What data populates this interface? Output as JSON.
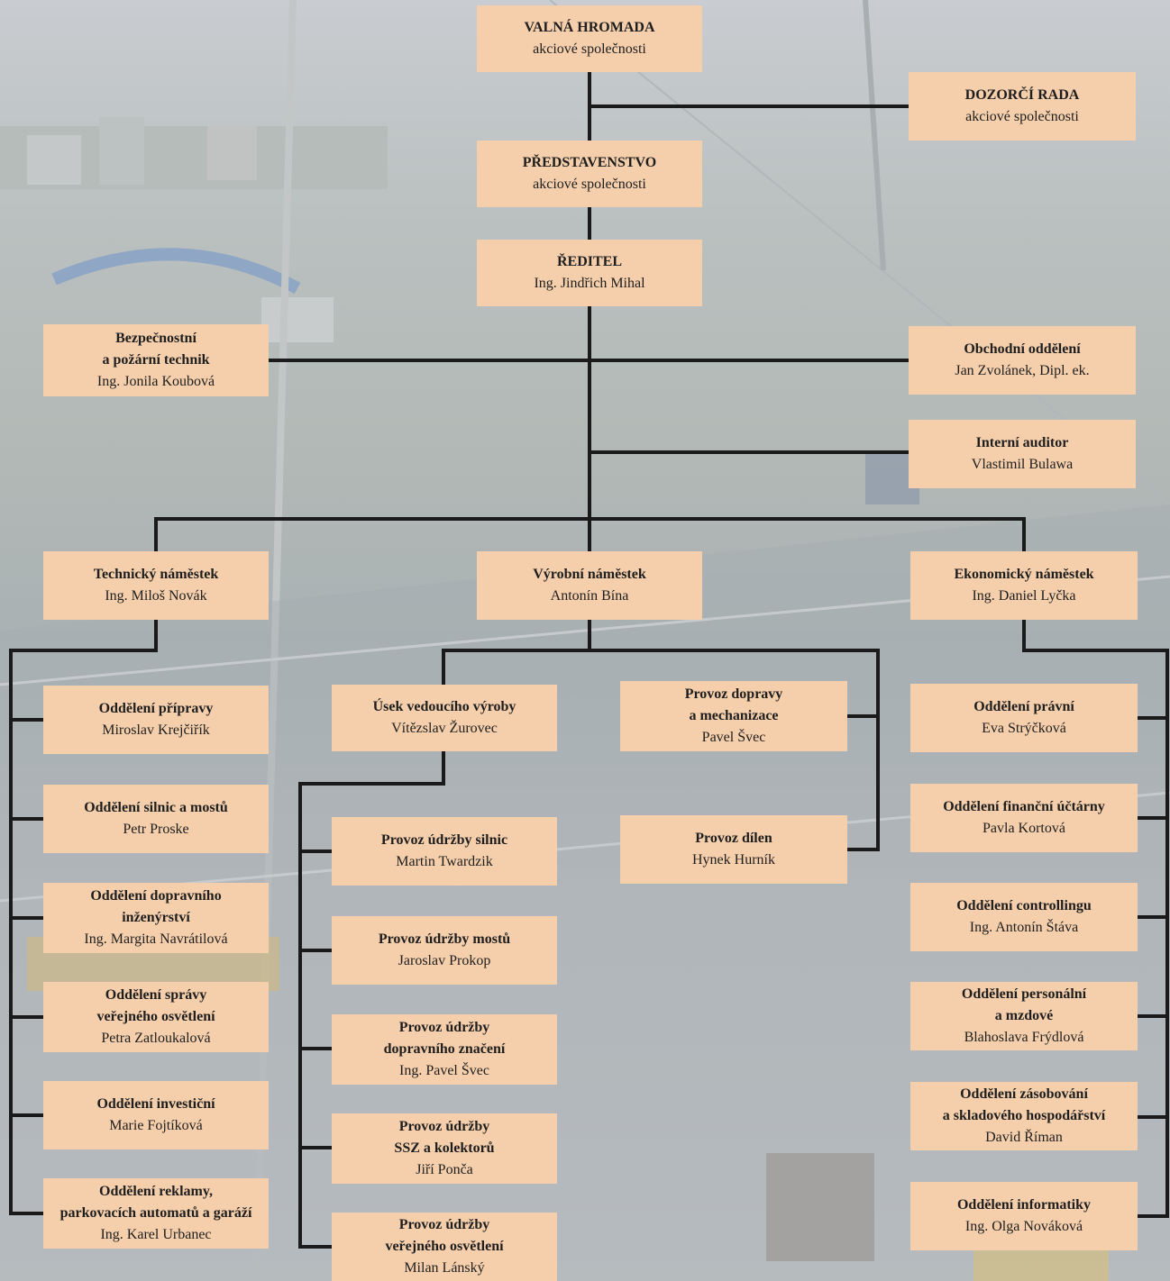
{
  "org_chart": {
    "valna_hromada": {
      "title": "VALNÁ HROMADA",
      "subtitle": "akciové společnosti"
    },
    "dozorci_rada": {
      "title": "DOZORČÍ RADA",
      "subtitle": "akciové společnosti"
    },
    "predstavenstvo": {
      "title": "PŘEDSTAVENSTVO",
      "subtitle": "akciové společnosti"
    },
    "reditel": {
      "title": "ŘEDITEL",
      "name": "Ing. Jindřich Mihal"
    },
    "bezpecnostni": {
      "title": "Bezpečnostní\na požární technik",
      "name": "Ing. Jonila Koubová"
    },
    "obchodni": {
      "title": "Obchodní oddělení",
      "name": "Jan Zvolánek, Dipl. ek."
    },
    "auditor": {
      "title": "Interní auditor",
      "name": "Vlastimil Bulawa"
    },
    "technicky": {
      "title": "Technický náměstek",
      "name": "Ing. Miloš Novák"
    },
    "vyrobni": {
      "title": "Výrobní náměstek",
      "name": "Antonín Bína"
    },
    "ekonomicky": {
      "title": "Ekonomický náměstek",
      "name": "Ing. Daniel Lyčka"
    },
    "technical_departments": [
      {
        "title": "Oddělení  přípravy",
        "name": "Miroslav Krejčiřík"
      },
      {
        "title": "Oddělení silnic a mostů",
        "name": "Petr Proske"
      },
      {
        "title": "Oddělení dopravního\ninženýrství",
        "name": "Ing. Margita Navrátilová"
      },
      {
        "title": "Oddělení správy\nveřejného osvětlení",
        "name": "Petra Zatloukalová"
      },
      {
        "title": "Oddělení investiční",
        "name": "Marie Fojtíková"
      },
      {
        "title": "Oddělení reklamy,\nparkovacích automatů a garáží",
        "name": "Ing. Karel Urbanec"
      }
    ],
    "usek_vedouciho": {
      "title": "Úsek vedoucího výroby",
      "name": "Vítězslav Žurovec"
    },
    "production_units": [
      {
        "title": "Provoz údržby silnic",
        "name": "Martin Twardzik"
      },
      {
        "title": "Provoz údržby mostů",
        "name": "Jaroslav Prokop"
      },
      {
        "title": "Provoz údržby\ndopravního značení",
        "name": "Ing. Pavel Švec"
      },
      {
        "title": "Provoz údržby\nSSZ a kolektorů",
        "name": "Jiří Ponča"
      },
      {
        "title": "Provoz údržby\nveřejného osvětlení",
        "name": "Milan Lánský"
      }
    ],
    "provoz_dopravy": {
      "title": "Provoz dopravy\na mechanizace",
      "name": "Pavel Švec"
    },
    "provoz_dilen": {
      "title": "Provoz dílen",
      "name": "Hynek Hurník"
    },
    "economic_departments": [
      {
        "title": "Oddělení právní",
        "name": "Eva Strýčková"
      },
      {
        "title": "Oddělení finanční účtárny",
        "name": "Pavla Kortová"
      },
      {
        "title": "Oddělení controllingu",
        "name": "Ing. Antonín Štáva"
      },
      {
        "title": "Oddělení personální\na mzdové",
        "name": "Blahoslava Frýdlová"
      },
      {
        "title": "Oddělení zásobování\na skladového hospodářství",
        "name": "David Říman"
      },
      {
        "title": "Oddělení informatiky",
        "name": "Ing. Olga Nováková"
      }
    ]
  },
  "colors": {
    "box": "#f5cfac",
    "line": "#1a1a1a",
    "text": "#1e1e1e"
  }
}
